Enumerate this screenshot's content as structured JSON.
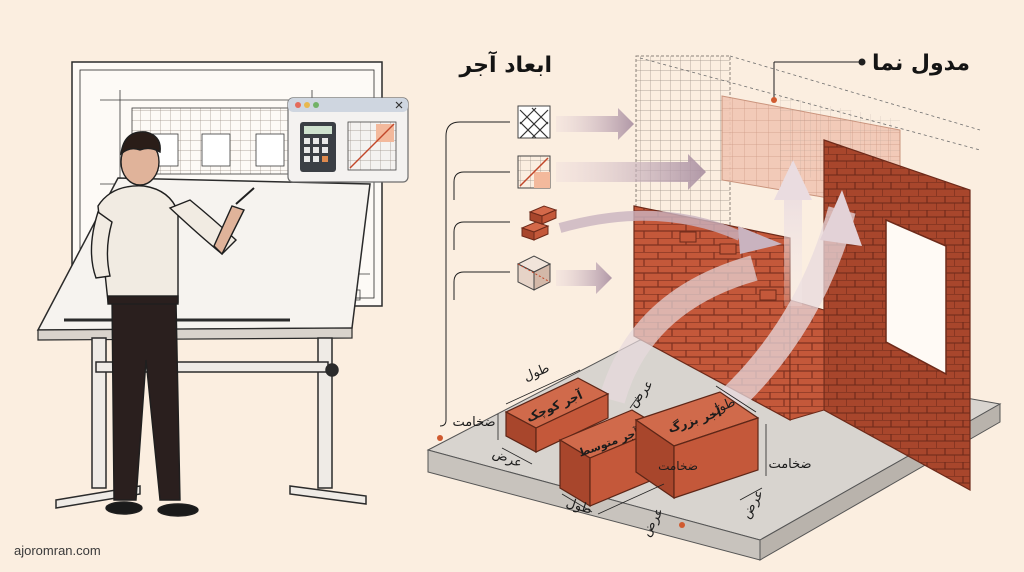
{
  "titles": {
    "brick_dimensions": "ابعاد آجر",
    "facade_module": "مدول نما"
  },
  "bricks": {
    "small": {
      "name": "آجر کوچک",
      "length": "طول",
      "width": "عرض",
      "thickness": "ضخامت"
    },
    "medium": {
      "name": "آجر متوسط",
      "length": "طول",
      "width": "عرض"
    },
    "large": {
      "name": "آجر بزرگ",
      "length": "طول",
      "width": "عرض",
      "thickness": "ضخامت",
      "width_top": "عرض",
      "thickness_side": "ضخامت"
    }
  },
  "icons": [
    "brick-pattern-icon",
    "grid-diagonal-icon",
    "bricks-stack-icon",
    "cube-icon"
  ],
  "watermark": "ajoromran.com",
  "colors": {
    "background": "#fbeee0",
    "brick": "#c4583a",
    "brick_dark": "#8e3a24",
    "accent_dot": "#d05a2f",
    "arrow": "#b89aa8"
  }
}
